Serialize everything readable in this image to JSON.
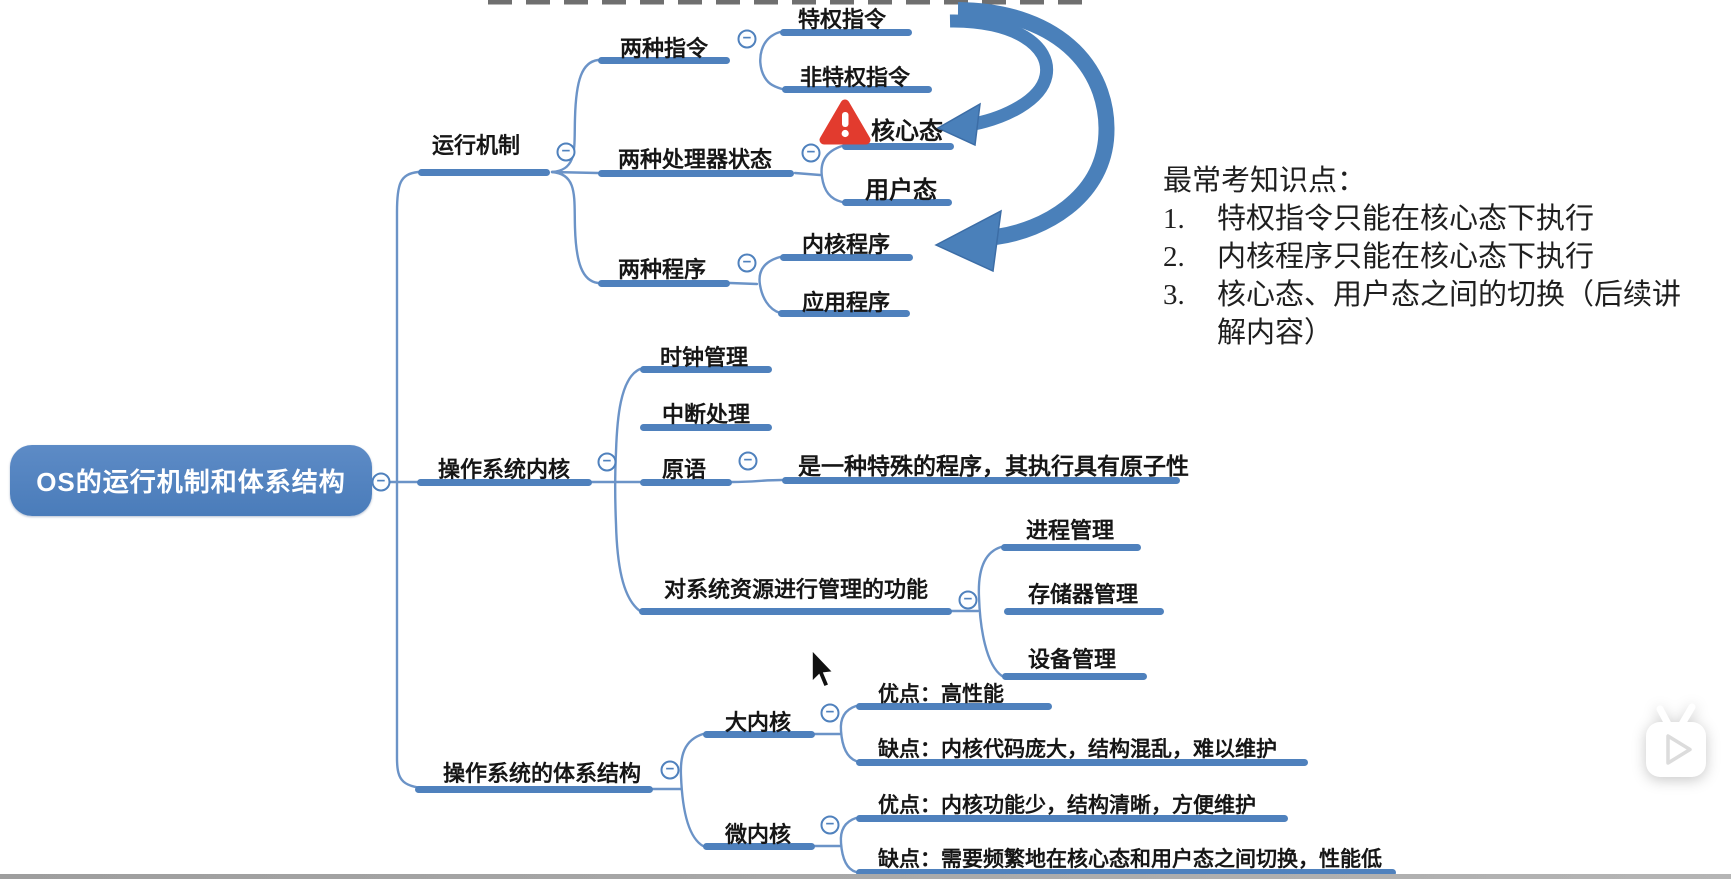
{
  "meta": {
    "kind": "mindmap-lecture-slide",
    "background": "#ffffff"
  },
  "colors": {
    "node_blue": "#4f81bd",
    "wire_blue": "#6b93c7",
    "arrow_blue": "#4a80ba",
    "warning_red": "#e23b2e",
    "text_dark": "#161616",
    "annotation_text": "#1f1f1f"
  },
  "icons": {
    "collapse": "−",
    "warning": "!",
    "play": "play-triangle",
    "cursor": "arrow-pointer"
  },
  "mindmap": {
    "root": {
      "label": "OS的运行机制和体系结构"
    },
    "branches": [
      {
        "label": "运行机制",
        "children": [
          {
            "label": "两种指令",
            "children": [
              {
                "label": "特权指令"
              },
              {
                "label": "非特权指令"
              }
            ]
          },
          {
            "label": "两种处理器状态",
            "children": [
              {
                "label": "核心态",
                "icon": "warning"
              },
              {
                "label": "用户态"
              }
            ]
          },
          {
            "label": "两种程序",
            "children": [
              {
                "label": "内核程序"
              },
              {
                "label": "应用程序"
              }
            ]
          }
        ]
      },
      {
        "label": "操作系统内核",
        "children": [
          {
            "label": "时钟管理"
          },
          {
            "label": "中断处理"
          },
          {
            "label": "原语",
            "children": [
              {
                "label": "是一种特殊的程序，其执行具有原子性"
              }
            ]
          },
          {
            "label": "对系统资源进行管理的功能",
            "children": [
              {
                "label": "进程管理"
              },
              {
                "label": "存储器管理"
              },
              {
                "label": "设备管理"
              }
            ]
          }
        ]
      },
      {
        "label": "操作系统的体系结构",
        "children": [
          {
            "label": "大内核",
            "children": [
              {
                "label": "优点：高性能"
              },
              {
                "label": "缺点：内核代码庞大，结构混乱，难以维护"
              }
            ]
          },
          {
            "label": "微内核",
            "children": [
              {
                "label": "优点：内核功能少，结构清晰，方便维护"
              },
              {
                "label": "缺点：需要频繁地在核心态和用户态之间切换，性能低"
              }
            ]
          }
        ]
      }
    ]
  },
  "annotation": {
    "title": "最常考知识点：",
    "items": [
      {
        "num": "1.",
        "text": "特权指令只能在核心态下执行"
      },
      {
        "num": "2.",
        "text": "内核程序只能在核心态下执行"
      },
      {
        "num": "3.",
        "text": "核心态、用户态之间的切换（后续讲解内容）"
      }
    ]
  }
}
